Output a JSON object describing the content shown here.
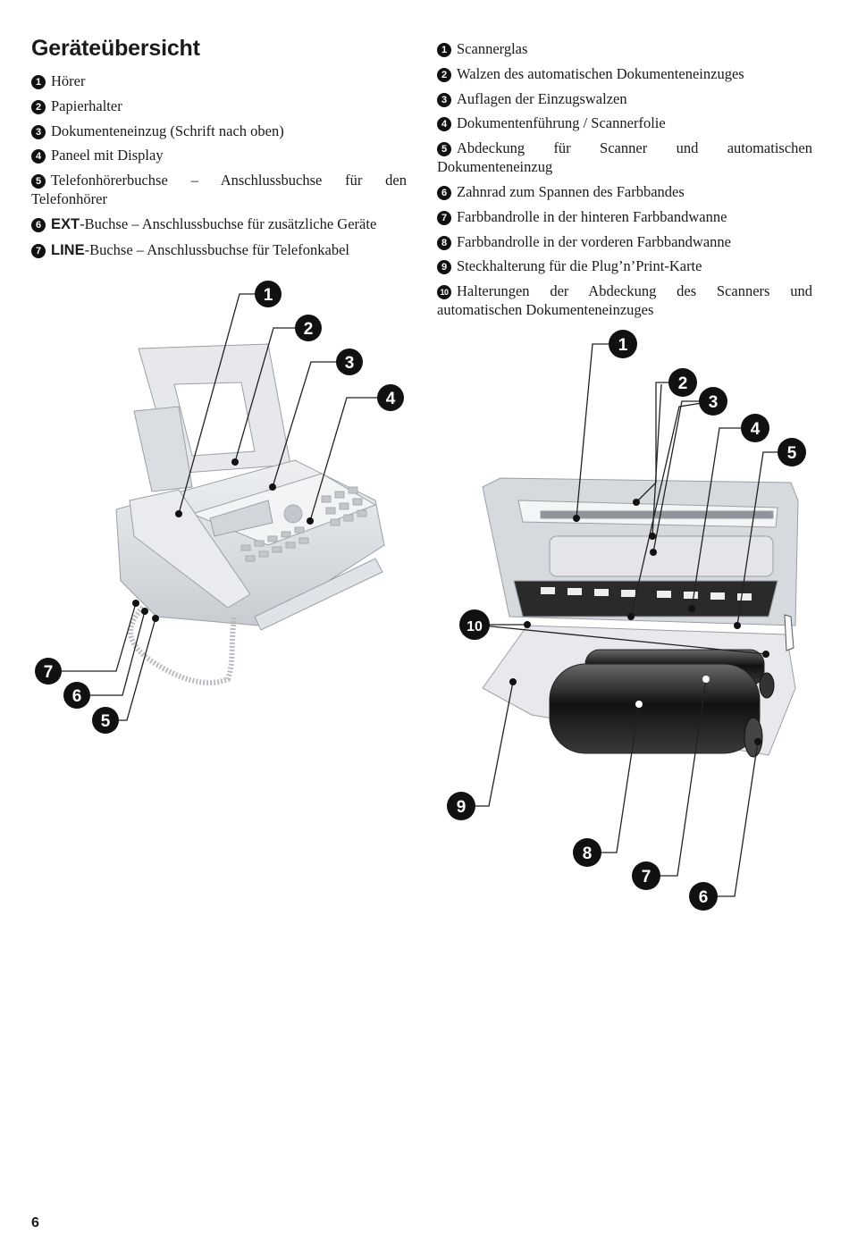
{
  "title": "Geräteübersicht",
  "left_items": [
    {
      "n": "1",
      "text": "Hörer"
    },
    {
      "n": "2",
      "text": "Papierhalter"
    },
    {
      "n": "3",
      "text": "Dokumenteneinzug (Schrift nach oben)"
    },
    {
      "n": "4",
      "text": "Paneel mit Display"
    },
    {
      "n": "5",
      "text": "Telefonhörerbuchse – Anschlussbuchse für den Telefonhörer"
    },
    {
      "n": "6",
      "bold": "EXT",
      "text": "-Buchse – Anschlussbuchse für zusätzliche Geräte"
    },
    {
      "n": "7",
      "bold": "LINE",
      "text": "-Buchse – Anschlussbuchse für Telefonkabel"
    }
  ],
  "right_items": [
    {
      "n": "1",
      "text": "Scannerglas"
    },
    {
      "n": "2",
      "text": "Walzen des automatischen Dokumenteneinzuges"
    },
    {
      "n": "3",
      "text": "Auflagen der Einzugswalzen"
    },
    {
      "n": "4",
      "text": "Dokumentenführung / Scannerfolie"
    },
    {
      "n": "5",
      "text": "Abdeckung für Scanner und automatischen Dokumenteneinzug"
    },
    {
      "n": "6",
      "text": "Zahnrad zum Spannen des Farbbandes"
    },
    {
      "n": "7",
      "text": "Farbbandrolle in der hinteren Farbbandwanne"
    },
    {
      "n": "8",
      "text": "Farbbandrolle in der vorderen Farbbandwanne"
    },
    {
      "n": "9",
      "text": "Steckhalterung für die Plug’n’Print-Karte"
    },
    {
      "n": "10",
      "text": "Halterungen der Abdeckung des Scanners und automatischen Dokumenteneinzuges"
    }
  ],
  "figure_left_callouts": [
    "1",
    "2",
    "3",
    "4",
    "7",
    "6",
    "5"
  ],
  "figure_right_callouts": [
    "1",
    "2",
    "3",
    "4",
    "5",
    "10",
    "9",
    "8",
    "7",
    "6"
  ],
  "page_number": "6"
}
